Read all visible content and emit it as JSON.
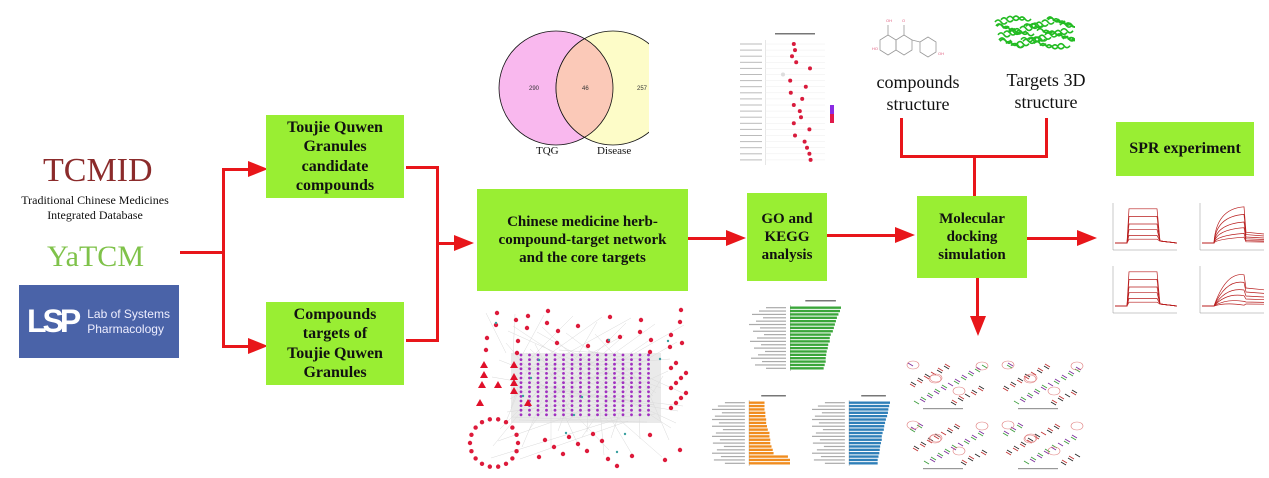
{
  "sources": {
    "tcmid": {
      "title": "TCMID",
      "subtitle_line1": "Traditional Chinese Medicines",
      "subtitle_line2": "Integrated Database"
    },
    "yatcm": {
      "title": "YaTCM"
    },
    "lsp": {
      "mark": "LSP",
      "line1": "Lab of Systems",
      "line2": "Pharmacology"
    }
  },
  "boxes": {
    "candidates": {
      "lines": [
        "Toujie Quwen",
        "Granules",
        "candidate",
        "compounds"
      ]
    },
    "targets": {
      "lines": [
        "Compounds",
        "targets of",
        "Toujie Quwen",
        "Granules"
      ]
    },
    "network": {
      "lines": [
        "Chinese medicine herb-",
        "compound-target network",
        "and the core targets"
      ]
    },
    "go_kegg": {
      "lines": [
        "GO and",
        "KEGG",
        "analysis"
      ]
    },
    "docking": {
      "lines": [
        "Molecular",
        "docking",
        "simulation"
      ]
    },
    "spr": {
      "lines": [
        "SPR experiment"
      ]
    }
  },
  "labels": {
    "compounds_structure": {
      "line1": "compounds",
      "line2": "structure"
    },
    "targets_3d": {
      "line1": "Targets 3D",
      "line2": "structure"
    }
  },
  "venn": {
    "left_label": "TQG",
    "right_label": "Disease",
    "left_only": "290",
    "overlap": "46",
    "right_only": "257",
    "colors": {
      "left": "#f9b8ee",
      "right": "#fdfcc8",
      "overlap": "#fbc9b8"
    }
  },
  "colors": {
    "box": "#99ee33",
    "arrow": "#e8161a",
    "tcmid": "#8b2b2b",
    "yatcm": "#7fc24a",
    "lsp_bg": "#4a63a8"
  },
  "chart_data": [
    {
      "type": "bar",
      "title": "Venn: TQG vs Disease targets",
      "categories": [
        "TQG only",
        "Overlap",
        "Disease only"
      ],
      "values": [
        290,
        46,
        257
      ]
    },
    {
      "type": "scatter",
      "title": "KEGG enrichment dot plot (illegible)",
      "categories": [],
      "values": []
    },
    {
      "type": "bar",
      "title": "GO biological process (illegible)",
      "color": "#3aa63a",
      "relative_values": [
        1.0,
        0.98,
        0.95,
        0.92,
        0.9,
        0.88,
        0.86,
        0.84,
        0.8,
        0.78,
        0.78,
        0.75,
        0.74,
        0.72,
        0.71,
        0.7,
        0.7,
        0.68,
        0.66
      ]
    },
    {
      "type": "bar",
      "title": "GO cellular component (illegible)",
      "color": "#f08c1e",
      "relative_values": [
        0.38,
        0.38,
        0.38,
        0.4,
        0.4,
        0.42,
        0.42,
        0.44,
        0.46,
        0.5,
        0.5,
        0.52,
        0.52,
        0.55,
        0.58,
        0.6,
        0.95,
        1.0,
        1.0
      ]
    },
    {
      "type": "bar",
      "title": "GO molecular function (illegible)",
      "color": "#2f7fb8",
      "relative_values": [
        1.0,
        0.98,
        0.96,
        0.95,
        0.93,
        0.9,
        0.88,
        0.86,
        0.85,
        0.82,
        0.8,
        0.8,
        0.78,
        0.76,
        0.75,
        0.74,
        0.72,
        0.7,
        0.7
      ]
    }
  ]
}
